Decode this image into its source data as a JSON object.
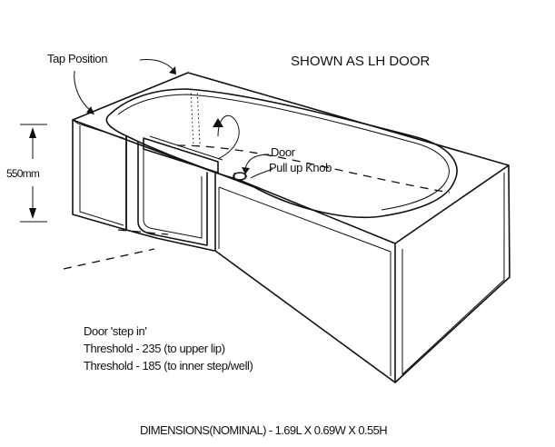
{
  "labels": {
    "tap_position": "Tap Position",
    "shown_as": "SHOWN AS LH DOOR",
    "door": "Door",
    "pull_up_knob": "Pull up Knob",
    "height": "550mm",
    "step_in_title": "Door 'step in'",
    "threshold_upper": "Threshold - 235 (to upper lip)",
    "threshold_inner": "Threshold - 185 (to inner step/well)",
    "dimensions": "DIMENSIONS(NOMINAL) - 1.69L X 0.69W X 0.55H"
  }
}
